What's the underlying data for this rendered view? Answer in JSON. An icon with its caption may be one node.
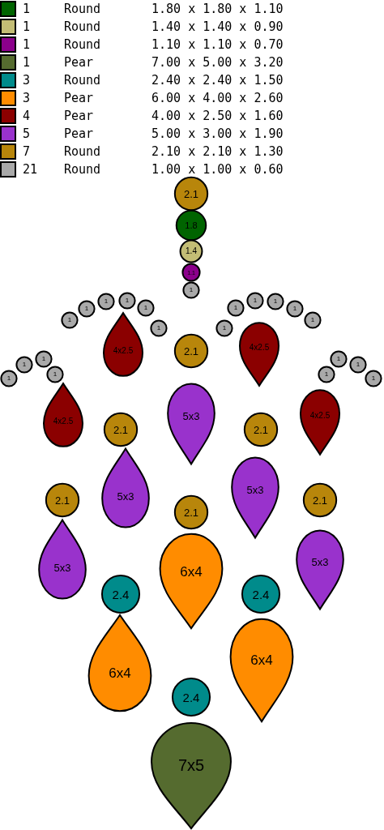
{
  "diagram": {
    "nodes": [
      {
        "text": [
          "2.1"
        ]
      },
      {
        "text": [
          "1.8"
        ]
      },
      {
        "text": [
          "1.4"
        ]
      },
      {
        "text": [
          "1.1"
        ]
      },
      {
        "text": [
          "1"
        ]
      },
      {
        "text": [
          "1"
        ]
      },
      {
        "text": [
          "1"
        ]
      },
      {
        "text": [
          "1"
        ]
      },
      {
        "text": [
          "1"
        ]
      },
      {
        "text": [
          "1"
        ]
      },
      {
        "text": [
          "1"
        ]
      },
      {
        "text": [
          "1"
        ]
      },
      {
        "text": [
          "1"
        ]
      },
      {
        "text": [
          "1"
        ]
      },
      {
        "text": [
          "1"
        ]
      },
      {
        "text": [
          "1"
        ]
      },
      {
        "text": [
          "1"
        ]
      },
      {
        "text": [
          "4x2.5"
        ]
      },
      {
        "text": [
          "2.1"
        ]
      },
      {
        "text": [
          "4x2.5"
        ]
      },
      {
        "text": [
          "1"
        ]
      },
      {
        "text": [
          "1"
        ]
      },
      {
        "text": [
          "1"
        ]
      },
      {
        "text": [
          "1"
        ]
      },
      {
        "text": [
          "1"
        ]
      },
      {
        "text": [
          "1"
        ]
      },
      {
        "text": [
          "1"
        ]
      },
      {
        "text": [
          "1"
        ]
      },
      {
        "text": [
          "4x2.5"
        ]
      },
      {
        "text": [
          "5x3"
        ]
      },
      {
        "text": [
          "4x2.5"
        ]
      },
      {
        "text": [
          "2.1"
        ]
      },
      {
        "text": [
          "2.1"
        ]
      },
      {
        "text": [
          "5x3"
        ]
      },
      {
        "text": [
          "5x3"
        ]
      },
      {
        "text": [
          "2.1"
        ]
      },
      {
        "text": [
          "2.1"
        ]
      },
      {
        "text": [
          "2.1"
        ]
      },
      {
        "text": [
          "5x3"
        ]
      },
      {
        "text": [
          "5x3"
        ]
      },
      {
        "text": [
          "6x4"
        ]
      },
      {
        "text": [
          "2.4"
        ]
      },
      {
        "text": [
          "2.4"
        ]
      },
      {
        "text": [
          "6x4"
        ]
      },
      {
        "text": [
          "6x4"
        ]
      },
      {
        "text": [
          "2.4"
        ]
      },
      {
        "text": [
          "7x5"
        ]
      }
    ],
    "legend": [
      {
        "text": "1 Round 1.80 x 1.80 x 1.10",
        "color": "#006400"
      },
      {
        "text": "1 Round 1.40 x 1.40 x 0.90",
        "color": "#c3bd75"
      },
      {
        "text": "1 Round 1.10 x 1.10 x 0.70",
        "color": "#8b008b"
      },
      {
        "text": "1 Pear 7.00 x 5.00 x 3.20",
        "color": "#556b2f"
      },
      {
        "text": "3 Round 2.40 x 2.40 x 1.50",
        "color": "#008b8b"
      },
      {
        "text": "3 Pear 6.00 x 4.00 x 2.60",
        "color": "#ff8c00"
      },
      {
        "text": "4 Pear 4.00 x 2.50 x 1.60",
        "color": "#8b0000"
      },
      {
        "text": "5 Pear 5.00 x 3.00 x 1.90",
        "color": "#9932cc"
      },
      {
        "text": "7 Round 2.10 x 2.10 x 1.30",
        "color": "#b8860b"
      },
      {
        "text": "21 Round 1.00 x 1.00 x 0.60",
        "color": "#a9a9a9"
      }
    ]
  }
}
